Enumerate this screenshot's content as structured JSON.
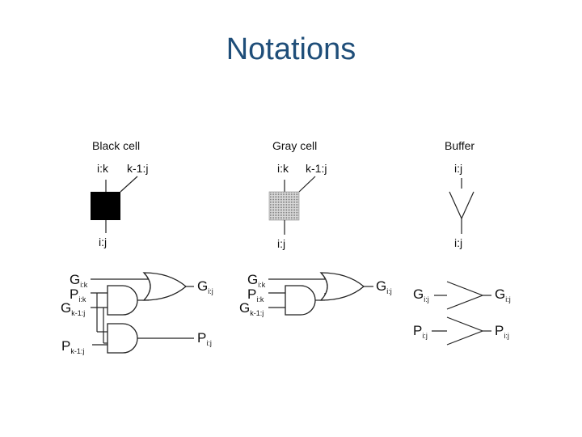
{
  "title": "Notations",
  "cells": {
    "black": {
      "header": "Black cell",
      "in_left": "i:k",
      "in_right": "k-1:j",
      "out": "i:j"
    },
    "gray": {
      "header": "Gray cell",
      "in_left": "i:k",
      "in_right": "k-1:j",
      "out": "i:j"
    },
    "buffer": {
      "header": "Buffer",
      "in": "i:j",
      "out": "i:j"
    }
  },
  "black_logic": {
    "g_ik": {
      "base": "G",
      "sub": "i:k"
    },
    "p_ik": {
      "base": "P",
      "sub": "i:k"
    },
    "g_k1j": {
      "base": "G",
      "sub": "k-1:j"
    },
    "p_k1j": {
      "base": "P",
      "sub": "k-1:j"
    },
    "g_out": {
      "base": "G",
      "sub": "i:j"
    },
    "p_out": {
      "base": "P",
      "sub": "i:j"
    }
  },
  "gray_logic": {
    "g_ik": {
      "base": "G",
      "sub": "i:k"
    },
    "p_ik": {
      "base": "P",
      "sub": "i:k"
    },
    "g_k1j": {
      "base": "G",
      "sub": "k-1:j"
    },
    "g_out": {
      "base": "G",
      "sub": "i:j"
    }
  },
  "buffer_logic": {
    "g_in": {
      "base": "G",
      "sub": "i:j"
    },
    "g_out": {
      "base": "G",
      "sub": "i:j"
    },
    "p_in": {
      "base": "P",
      "sub": "i:j"
    },
    "p_out": {
      "base": "P",
      "sub": "i:j"
    }
  },
  "colors": {
    "title": "#1f4e79",
    "black_cell": "#000000",
    "gray_cell": "#9a9a9a"
  }
}
